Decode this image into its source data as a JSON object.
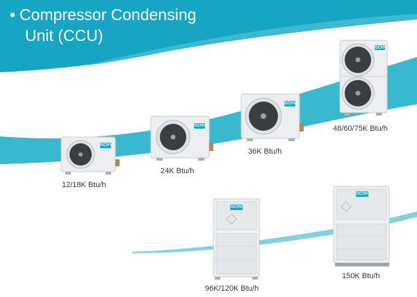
{
  "title": {
    "bullet": "•",
    "line1": "Compressor Condensing",
    "line2": "Unit (CCU)"
  },
  "colors": {
    "banner": "#16a5c3",
    "wave": "#38b9d0",
    "brand": "#12a7c8"
  },
  "brand_label": "GCHV",
  "units": [
    {
      "id": "u12",
      "caption": "12/18K Btu/h"
    },
    {
      "id": "u24",
      "caption": "24K Btu/h"
    },
    {
      "id": "u36",
      "caption": "36K Btu/h"
    },
    {
      "id": "u48",
      "caption": "48/60/75K Btu/h"
    },
    {
      "id": "u96",
      "caption": "96K/120K Btu/h"
    },
    {
      "id": "u150",
      "caption": "150K Btu/h"
    }
  ]
}
